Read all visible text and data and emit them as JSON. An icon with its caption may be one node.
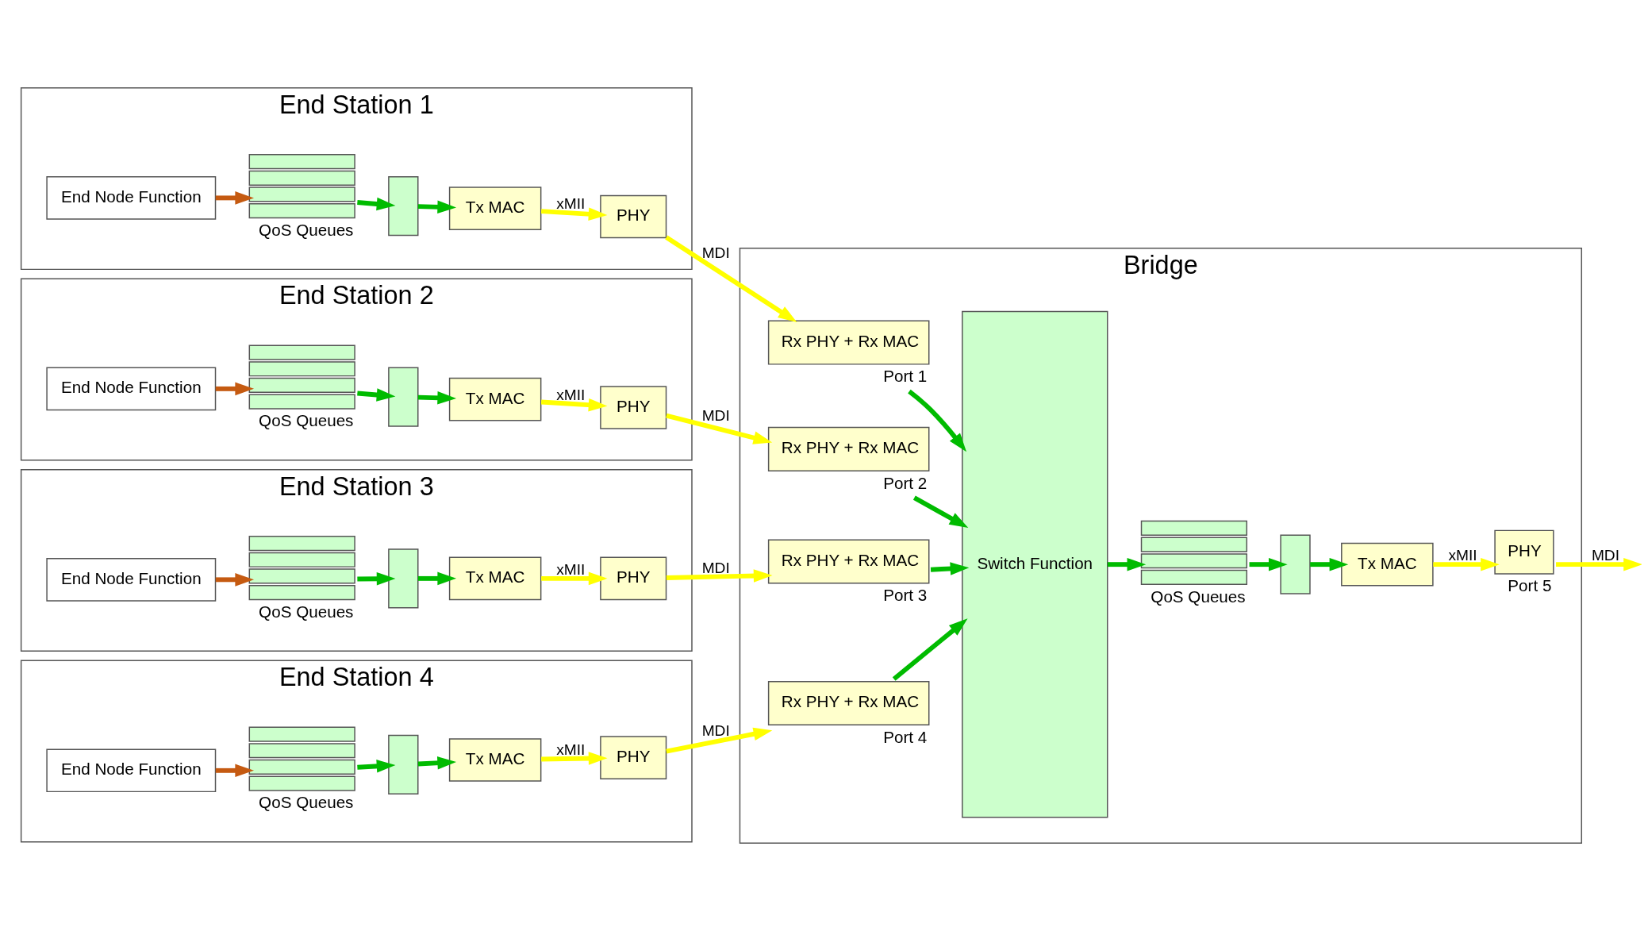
{
  "diagram": {
    "nodes": [
      {
        "text": [
          "End Station 1"
        ]
      },
      {
        "text": [
          "End Node Function"
        ],
        "in": 0
      },
      {
        "text": [],
        "shape": "box",
        "in": 0,
        "beside": [
          "QoS Queues"
        ]
      },
      {
        "text": [],
        "shape": "trapezoid",
        "in": 0
      },
      {
        "text": [
          "Tx MAC"
        ],
        "in": 0
      },
      {
        "text": [
          "PHY"
        ],
        "in": 0
      },
      {
        "text": [
          "End Station 2"
        ]
      },
      {
        "text": [
          "End Node Function"
        ],
        "in": 6
      },
      {
        "text": [],
        "shape": "box",
        "in": 6,
        "beside": [
          "QoS Queues"
        ]
      },
      {
        "text": [],
        "shape": "trapezoid",
        "in": 6
      },
      {
        "text": [
          "Tx MAC"
        ],
        "in": 6
      },
      {
        "text": [
          "PHY"
        ],
        "in": 6
      },
      {
        "text": [
          "End Station 3"
        ]
      },
      {
        "text": [
          "End Node Function"
        ],
        "in": 12
      },
      {
        "text": [],
        "shape": "box",
        "in": 12,
        "beside": [
          "QoS Queues"
        ]
      },
      {
        "text": [],
        "shape": "trapezoid",
        "in": 12
      },
      {
        "text": [
          "Tx MAC"
        ],
        "in": 12
      },
      {
        "text": [
          "PHY"
        ],
        "in": 12
      },
      {
        "text": [
          "End Station 4"
        ]
      },
      {
        "text": [
          "End Node Function"
        ],
        "in": 18
      },
      {
        "text": [],
        "shape": "box",
        "in": 18,
        "beside": [
          "QoS Queues"
        ]
      },
      {
        "text": [],
        "shape": "trapezoid",
        "in": 18
      },
      {
        "text": [
          "Tx MAC"
        ],
        "in": 18
      },
      {
        "text": [
          "PHY"
        ],
        "in": 18
      },
      {
        "text": [
          "Bridge"
        ]
      },
      {
        "text": [
          "Rx PHY + Rx MAC"
        ],
        "in": 24,
        "beside": [
          "Port 1"
        ]
      },
      {
        "text": [
          "Rx PHY + Rx MAC"
        ],
        "in": 24,
        "beside": [
          "Port 2"
        ]
      },
      {
        "text": [
          "Rx PHY + Rx MAC"
        ],
        "in": 24,
        "beside": [
          "Port 3"
        ]
      },
      {
        "text": [
          "Rx PHY + Rx MAC"
        ],
        "in": 24,
        "beside": [
          "Port 4"
        ]
      },
      {
        "text": [
          "Switch Function"
        ],
        "in": 24
      },
      {
        "text": [],
        "shape": "box",
        "in": 24,
        "beside": [
          "QoS Queues"
        ]
      },
      {
        "text": [],
        "shape": "trapezoid",
        "in": 24
      },
      {
        "text": [
          "Tx MAC"
        ],
        "in": 24
      },
      {
        "text": [
          "PHY"
        ],
        "in": 24,
        "beside": [
          "Port 5"
        ]
      }
    ],
    "edges": [
      {
        "from": 1,
        "to": 2,
        "arrow": "to",
        "color": "#c55a11"
      },
      {
        "from": 2,
        "to": 3,
        "arrow": "to"
      },
      {
        "from": 3,
        "to": 4,
        "arrow": "to"
      },
      {
        "from": 4,
        "to": 5,
        "arrow": "to",
        "color": "#ffff00",
        "label": "xMII"
      },
      {
        "from": 5,
        "to": 25,
        "arrow": "to",
        "color": "#ffff00",
        "label": "MDI"
      },
      {
        "from": 7,
        "to": 8,
        "arrow": "to",
        "color": "#c55a11"
      },
      {
        "from": 8,
        "to": 9,
        "arrow": "to"
      },
      {
        "from": 9,
        "to": 10,
        "arrow": "to"
      },
      {
        "from": 10,
        "to": 11,
        "arrow": "to",
        "color": "#ffff00",
        "label": "xMII"
      },
      {
        "from": 11,
        "to": 26,
        "arrow": "to",
        "color": "#ffff00",
        "label": "MDI"
      },
      {
        "from": 13,
        "to": 14,
        "arrow": "to",
        "color": "#c55a11"
      },
      {
        "from": 14,
        "to": 15,
        "arrow": "to"
      },
      {
        "from": 15,
        "to": 16,
        "arrow": "to"
      },
      {
        "from": 16,
        "to": 17,
        "arrow": "to",
        "color": "#ffff00",
        "label": "xMII"
      },
      {
        "from": 17,
        "to": 27,
        "arrow": "to",
        "color": "#ffff00",
        "label": "MDI"
      },
      {
        "from": 19,
        "to": 20,
        "arrow": "to",
        "color": "#c55a11"
      },
      {
        "from": 20,
        "to": 21,
        "arrow": "to"
      },
      {
        "from": 21,
        "to": 22,
        "arrow": "to"
      },
      {
        "from": 22,
        "to": 23,
        "arrow": "to",
        "color": "#ffff00",
        "label": "xMII"
      },
      {
        "from": 23,
        "to": 28,
        "arrow": "to",
        "color": "#ffff00",
        "label": "MDI"
      },
      {
        "from": 25,
        "to": 29,
        "arrow": "to"
      },
      {
        "from": 26,
        "to": 29,
        "arrow": "to"
      },
      {
        "from": 27,
        "to": 29,
        "arrow": "to"
      },
      {
        "from": 28,
        "to": 29,
        "arrow": "to"
      },
      {
        "from": 29,
        "to": 30,
        "arrow": "to"
      },
      {
        "from": 30,
        "to": 31,
        "arrow": "to"
      },
      {
        "from": 31,
        "to": 32,
        "arrow": "to"
      },
      {
        "from": 32,
        "to": 33,
        "arrow": "to",
        "color": "#ffff00",
        "label": "xMII"
      },
      {
        "from": 33,
        "to": null,
        "arrow": "to",
        "color": "#ffff00",
        "label": "MDI"
      }
    ]
  }
}
